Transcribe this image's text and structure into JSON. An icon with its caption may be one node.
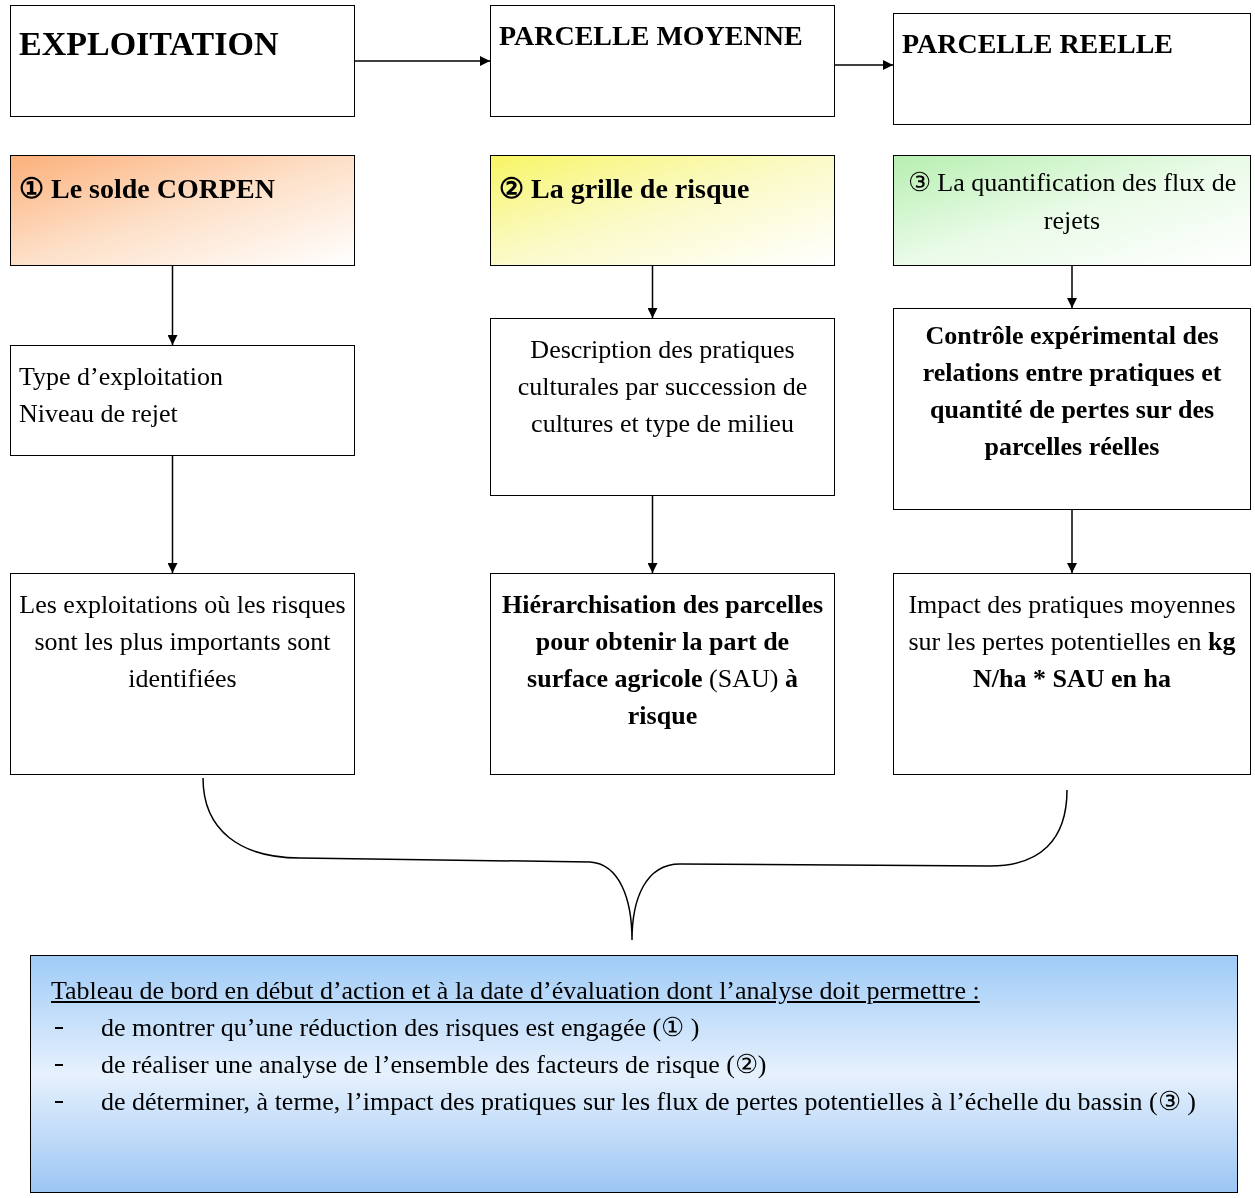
{
  "diagram": {
    "nodes": [
      {
        "text": [
          "EXPLOITATION"
        ]
      },
      {
        "text": [
          "PARCELLE MOYENNE"
        ]
      },
      {
        "text": [
          "PARCELLE REELLE"
        ]
      },
      {
        "text": [
          "① Le solde CORPEN"
        ]
      },
      {
        "text": [
          "② La grille de risque"
        ]
      },
      {
        "text": [
          "③ La quantification des flux de rejets"
        ]
      },
      {
        "text": [
          "Type d’exploitation",
          "Niveau de rejet"
        ]
      },
      {
        "text": [
          "Description des pratiques culturales par succession de cultures et type de milieu"
        ]
      },
      {
        "text": [
          "Contrôle expérimental des relations entre pratiques et quantité de pertes sur des parcelles réelles"
        ]
      },
      {
        "text": [
          "Les exploitations où les risques sont les plus importants sont identifiées"
        ]
      },
      {
        "text": [
          "**Hiérarchisation des parcelles pour obtenir la part de surface agricole** (SAU) **à risque**"
        ]
      },
      {
        "text": [
          "Impact des pratiques moyennes sur les pertes potentielles en **kg N/ha * SAU en ha**"
        ]
      },
      {
        "text": [
          "Tableau de bord en début d’action et à la date d’évaluation dont l’analyse doit permettre :",
          "de montrer qu’une réduction des risques est engagée (① )",
          "de réaliser une analyse de l’ensemble des facteurs de risque (②)",
          "de déterminer, à terme, l’impact des pratiques sur les flux de pertes potentielles à l’échelle du bassin (③ )"
        ]
      }
    ],
    "edges": [
      {
        "from": 0,
        "to": 1,
        "arrow": "to"
      },
      {
        "from": 1,
        "to": 2,
        "arrow": "to"
      },
      {
        "from": 3,
        "to": 6,
        "arrow": "to"
      },
      {
        "from": 6,
        "to": 9,
        "arrow": "to"
      },
      {
        "from": 4,
        "to": 7,
        "arrow": "to"
      },
      {
        "from": 7,
        "to": 10,
        "arrow": "to"
      },
      {
        "from": 5,
        "to": 8,
        "arrow": "to"
      },
      {
        "from": 8,
        "to": 11,
        "arrow": "to"
      }
    ]
  }
}
